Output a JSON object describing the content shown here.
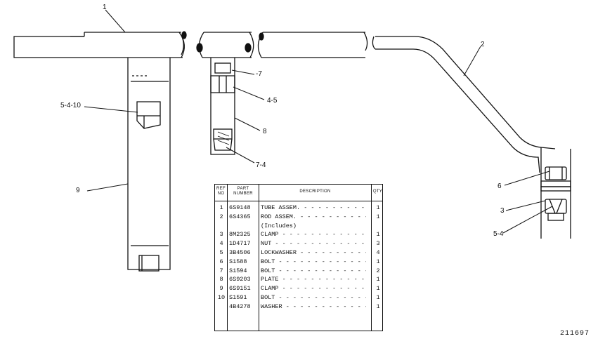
{
  "figure_number": "211697",
  "callouts": {
    "c1": "1",
    "c2": "2",
    "c3": "3",
    "c6": "6",
    "c7": "-7",
    "c8": "8",
    "c9": "9",
    "c45": "4-5",
    "c74": "7-4",
    "c54": "5-4",
    "c5410": "5-4-10"
  },
  "table": {
    "headers": {
      "ref_no": "REF NO",
      "part_number": "PART NUMBER",
      "description": "DESCRIPTION",
      "qty": "QTY"
    },
    "rows": [
      {
        "ref": "1",
        "part": "6S9148",
        "desc": "TUBE ASSEM.",
        "qty": "1"
      },
      {
        "ref": "2",
        "part": "6S4365",
        "desc": "ROD ASSEM.",
        "qty": "1"
      },
      {
        "ref": "",
        "part": "",
        "desc": "(Includes)",
        "qty": ""
      },
      {
        "ref": "3",
        "part": "8M2325",
        "desc": "CLAMP",
        "qty": "1"
      },
      {
        "ref": "4",
        "part": "1D4717",
        "desc": "NUT",
        "qty": "3"
      },
      {
        "ref": "5",
        "part": "3B4506",
        "desc": "LOCKWASHER",
        "qty": "4"
      },
      {
        "ref": "6",
        "part": "S1588",
        "desc": "BOLT",
        "qty": "1"
      },
      {
        "ref": "7",
        "part": "S1594",
        "desc": "BOLT",
        "qty": "2"
      },
      {
        "ref": "8",
        "part": "6S9203",
        "desc": "PLATE",
        "qty": "1"
      },
      {
        "ref": "9",
        "part": "6S9151",
        "desc": "CLAMP",
        "qty": "1"
      },
      {
        "ref": "10",
        "part": "S1591",
        "desc": "BOLT",
        "qty": "1"
      },
      {
        "ref": "",
        "part": "4B4278",
        "desc": "WASHER",
        "qty": "1"
      }
    ]
  }
}
